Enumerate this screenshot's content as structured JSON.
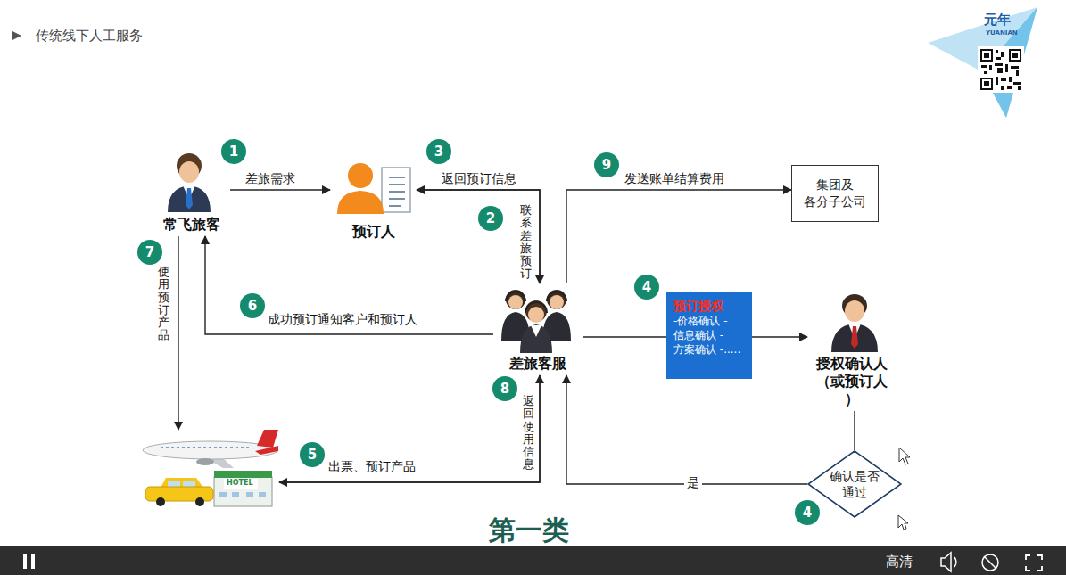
{
  "diagram": {
    "title": "传统线下人工服务",
    "nodes": [
      {
        "text": [
          "常飞旅客"
        ]
      },
      {
        "text": [
          "预订人"
        ]
      },
      {
        "text": [
          "集团及 各分子公司"
        ]
      },
      {
        "text": [
          "差旅客服"
        ]
      },
      {
        "text": [
          "预订授权",
          "-价格确认 -信息确认 -方案确认 -....."
        ]
      },
      {
        "text": [
          "授权确认人 （或预订人 ）"
        ]
      },
      {
        "text": [
          "确认是否 通过"
        ]
      },
      {
        "text": [
          "HOTEL"
        ]
      }
    ],
    "edges": [
      {
        "from": 0,
        "to": 1,
        "label": "差旅需求",
        "arrow": "to"
      },
      {
        "from": 1,
        "to": 3,
        "label": "联系差旅预订",
        "arrow": "to"
      },
      {
        "from": 3,
        "to": 1,
        "label": "返回预订信息",
        "arrow": "to"
      },
      {
        "from": 3,
        "to": 2,
        "label": "发送账单结算费用",
        "arrow": "to"
      },
      {
        "from": 3,
        "to": 4,
        "arrow": "none"
      },
      {
        "from": 4,
        "to": 5,
        "arrow": "to"
      },
      {
        "from": 5,
        "to": 6,
        "arrow": "none"
      },
      {
        "from": 6,
        "to": 3,
        "label": "是",
        "arrow": "to"
      },
      {
        "from": 3,
        "to": 0,
        "label": "成功预订通知客户和预订人",
        "arrow": "to"
      },
      {
        "from": 0,
        "to": 7,
        "label": "使用预订产品",
        "arrow": "to"
      },
      {
        "from": 3,
        "to": 7,
        "label": "出票、预订产品",
        "arrow": "to"
      },
      {
        "from": 7,
        "to": 3,
        "label": "返回使用信息",
        "arrow": "to"
      }
    ],
    "labels": [
      "1",
      "3",
      "9",
      "2",
      "7",
      "6",
      "4",
      "8",
      "5",
      "4",
      "元年",
      "YUANIAN",
      "第一类",
      "高清"
    ]
  }
}
